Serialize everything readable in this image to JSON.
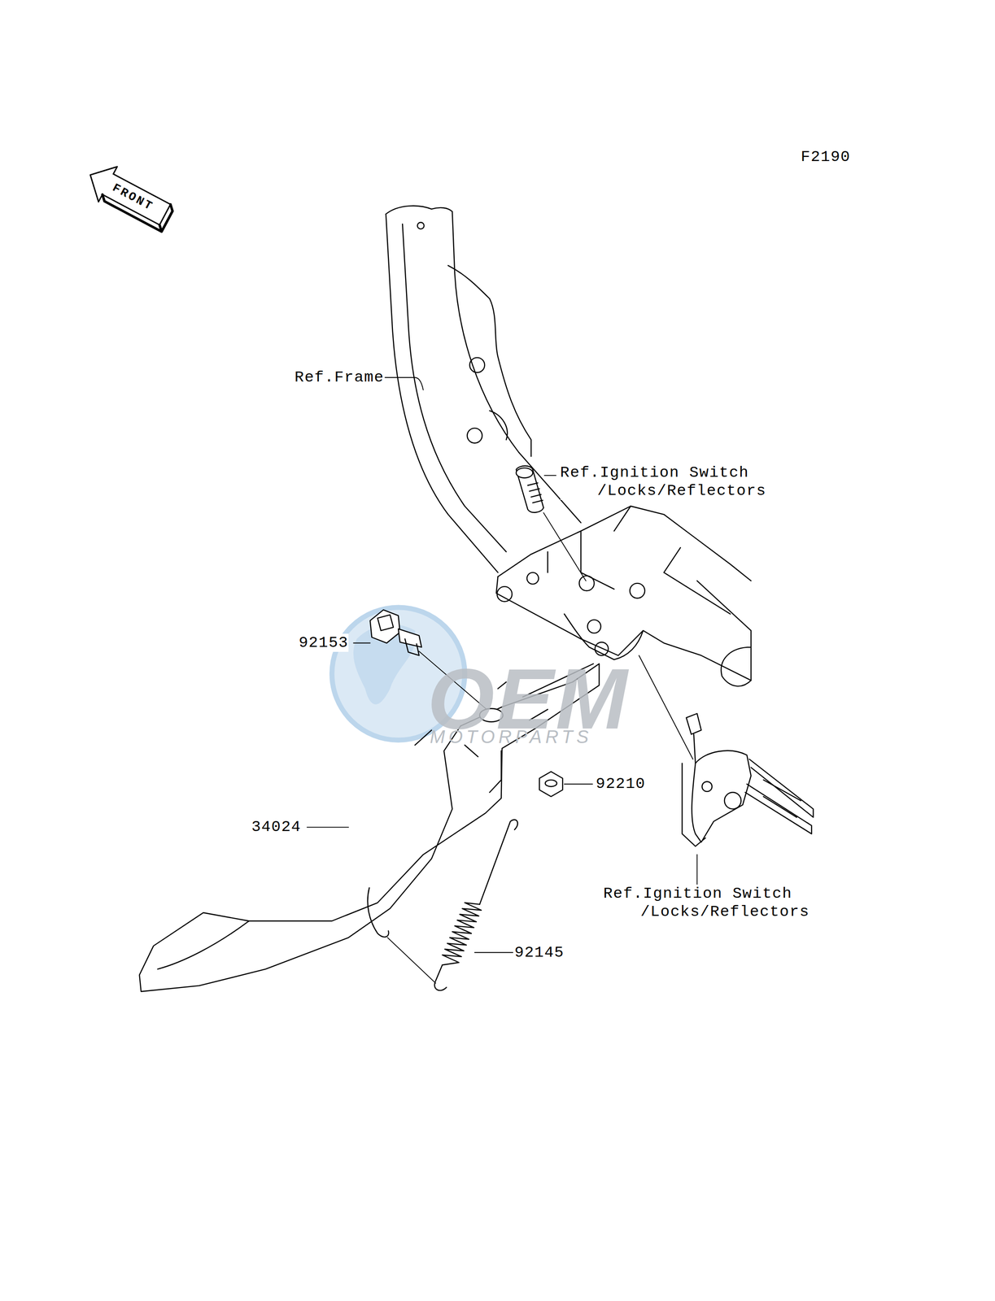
{
  "diagram": {
    "labels": [
      "F2190",
      "FRONT",
      "Ref.Frame",
      "Ref.Ignition Switch /Locks/Reflectors",
      "92153",
      "92210",
      "34024",
      "92145",
      "Ref.Ignition Switch /Locks/Reflectors",
      "OEM",
      "MOTORPARTS"
    ]
  }
}
